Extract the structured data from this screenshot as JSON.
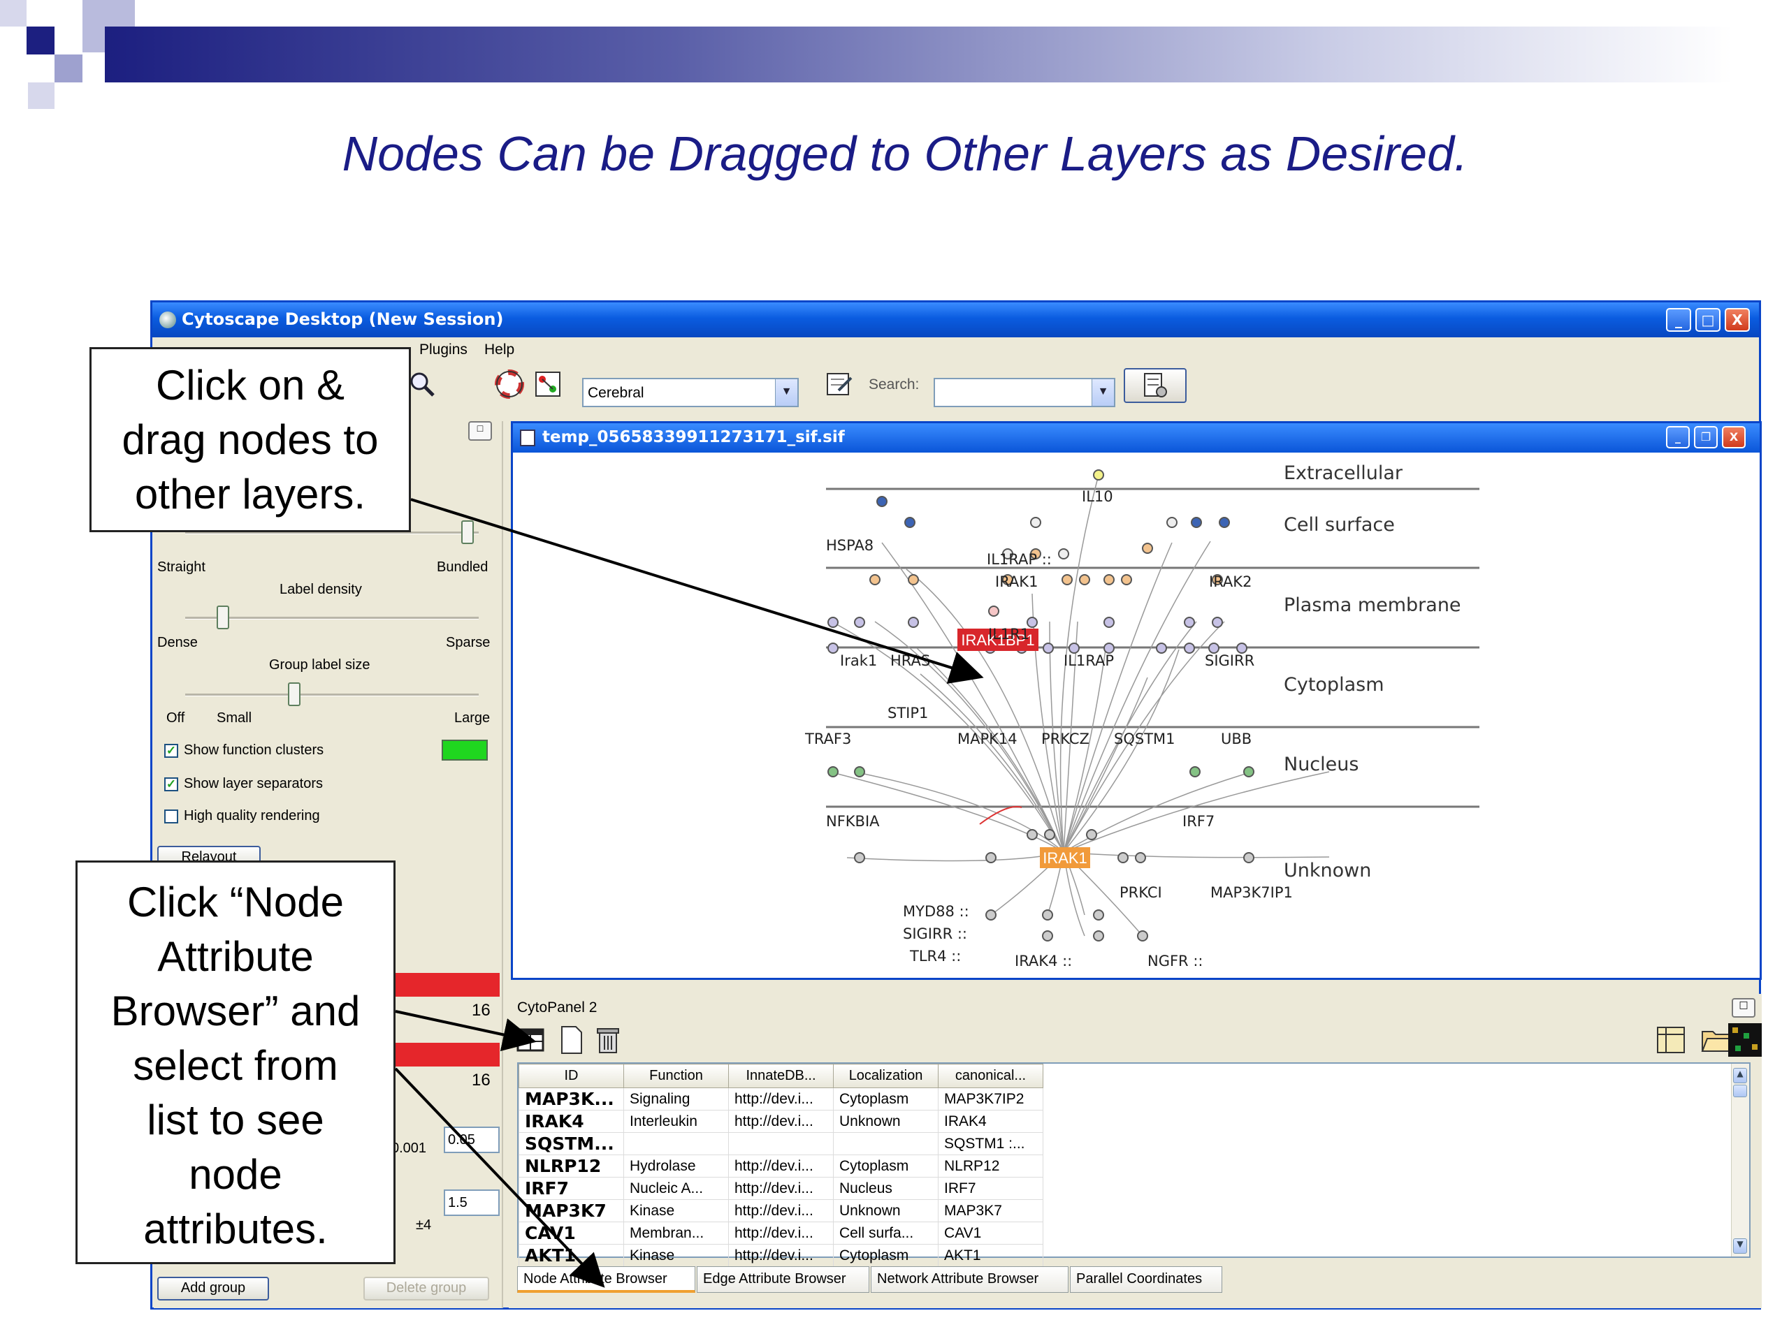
{
  "slide": {
    "title": "Nodes Can be Dragged to Other Layers as Desired."
  },
  "window": {
    "title": "Cytoscape Desktop (New Session)",
    "controls": [
      "_",
      "□",
      "X"
    ]
  },
  "menubar": {
    "items": [
      "Plugins",
      "Help"
    ]
  },
  "toolbar": {
    "layout_select": "Cerebral",
    "search_label": "Search:",
    "search_value": ""
  },
  "left_panel": {
    "straight_label": "Straight",
    "bundled_label": "Bundled",
    "label_density": "Label density",
    "dense": "Dense",
    "sparse": "Sparse",
    "group_label_size": "Group label size",
    "off": "Off",
    "small": "Small",
    "large": "Large",
    "show_function_clusters": "Show function clusters",
    "show_layer_separators": "Show layer separators",
    "high_quality_rendering": "High quality rendering",
    "relayout": "Relayout",
    "count_1": "16",
    "count_2": "16",
    "min_value": "0.001",
    "input_a": "0.05",
    "input_b": "1.5",
    "pm_label": "±4",
    "add_group": "Add group",
    "delete_group": "Delete group",
    "accent_green": "#1fd61f",
    "accent_red": "#e5262b"
  },
  "network": {
    "title": "temp_05658339911273171_sif.sif",
    "layers": [
      "Extracellular",
      "Cell surface",
      "Plasma membrane",
      "Cytoplasm",
      "Nucleus",
      "Unknown"
    ],
    "node_labels": [
      "IL10",
      "HSPA8",
      "IL1RAP ::",
      "IRAK1",
      "IRAK2",
      "IL1R1",
      "Irak1",
      "HRAS",
      "IL1RAP",
      "SIGIRR",
      "STIP1",
      "MAPK14",
      "PRKCZ",
      "SQSTM1",
      "UBB",
      "TRAF3",
      "NFKBIA",
      "IRF7",
      "PRKCI",
      "MAP3K7IP1",
      "MYD88 ::",
      "SIGIRR ::",
      "TLR4 ::",
      "IRAK4 ::",
      "NGFR ::"
    ],
    "highlight_red": "IRAK1BP1",
    "highlight_orange": "IRAK1"
  },
  "cytopanel": {
    "title": "CytoPanel 2",
    "columns": [
      "ID",
      "Function",
      "InnateDB...",
      "Localization",
      "canonical..."
    ],
    "rows": [
      [
        "MAP3K...",
        "Signaling",
        "http://dev.i...",
        "Cytoplasm",
        "MAP3K7IP2"
      ],
      [
        "IRAK4",
        "Interleukin",
        "http://dev.i...",
        "Unknown",
        "IRAK4"
      ],
      [
        "SQSTM...",
        "",
        "",
        "",
        "SQSTM1 :..."
      ],
      [
        "NLRP12",
        "Hydrolase",
        "http://dev.i...",
        "Cytoplasm",
        "NLRP12"
      ],
      [
        "IRF7",
        "Nucleic A...",
        "http://dev.i...",
        "Nucleus",
        "IRF7"
      ],
      [
        "MAP3K7",
        "Kinase",
        "http://dev.i...",
        "Unknown",
        "MAP3K7"
      ],
      [
        "CAV1",
        "Membran...",
        "http://dev.i...",
        "Cell surfa...",
        "CAV1"
      ],
      [
        "AKT1",
        "Kinase",
        "http://dev.i...",
        "Cytoplasm",
        "AKT1"
      ]
    ],
    "tabs": [
      "Node Attribute Browser",
      "Edge Attribute Browser",
      "Network Attribute Browser",
      "Parallel Coordinates"
    ]
  },
  "callouts": {
    "drag": [
      "Click on &",
      "drag nodes to",
      "other layers."
    ],
    "browser": [
      "Click “Node",
      "Attribute",
      "Browser” and",
      "select from",
      "list to see",
      "node",
      "attributes."
    ]
  }
}
